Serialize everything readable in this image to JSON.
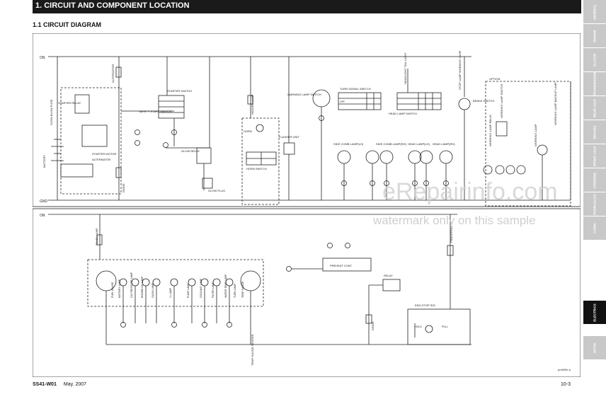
{
  "header": {
    "title": "1. CIRCUIT AND COMPONENT LOCATION"
  },
  "section": {
    "title": "1.1  CIRCUIT DIAGRAM"
  },
  "diagram": {
    "rails": {
      "on_top": "ON",
      "gnd": "GND",
      "on_bottom": "ON"
    },
    "labels": {
      "starter_relay": "STARTER RELAY",
      "slow_blow_fuse": "SLOW BLOW FUSE",
      "battery": "BATTERY",
      "starter_motor": "STARTER MOTOR",
      "alternator": "ALTERNATOR",
      "alternator_top": "ALTERNATOR",
      "diode": "DIODE",
      "starter_switch": "STARTER SWITCH",
      "safety_start_switch": "SAFETY START SWITCH",
      "glow_relay": "GLOW RELAY",
      "glow_plug": "GLOW PLUG",
      "hazard_lamp": "HAZARD LAMP",
      "horn": "HORN",
      "horn_switch": "HORN SWITCH",
      "flasher_unit": "FLASHER UNIT",
      "warning_lamp_switch": "WARNING LAMP SWITCH",
      "turn_signal_switch": "TURN SIGNAL SWITCH",
      "head_lamp_switch": "HEAD LAMP SWITCH",
      "headlight_tail_light": "HEADLIGHT TAIL LIGHT",
      "stop_lamp_working_lamp": "STOP LAMP WORKING LAMP",
      "option": "OPTION",
      "brake_switch": "BRAKE SWITCH",
      "working_lamp_switch": "WORKING LAMP SWITCH",
      "working_lamp_relay": "WORKING LAMP RELAY",
      "working_lamp": "WORKING LAMP",
      "working_lamp_backup": "WORKING LAMP BACKUP LAMP",
      "side_comb_lamp_lh": "SIDE COMB LAMP(LH)",
      "side_comb_lamp_rh": "SIDE COMB LAMP(RH)",
      "head_lamp_lh": "HEAD LAMP(LH)",
      "head_lamp_rh": "HEAD LAMP(RH)",
      "panel_lamp": "PANEL LAMP",
      "preheat_cont": "PREHEAT CONT.",
      "relay": "RELAY",
      "eng_stop_sol": "ENG.STOP SOL",
      "predefeat": "PREDEFEAT",
      "temp_gauge_sender": "TEMP GAUGE SENDER",
      "diode_bottom": "DIODE",
      "fuel_gauge": "FUEL GAUGE",
      "battery_lamp": "BATTERY LAMP",
      "oil_pressure_lamp": "OIL PRESSURE LAMP",
      "engine_oil_lamp": "ENGINE OIL LAMP",
      "glow_lamp": "GLOW LAMP",
      "il_lamp": "I.L LAMP",
      "pump_lamp": "PUMP LAMP",
      "coolant_lamp": "COOLANT LAMP",
      "filter_lamp": "FILTER LAMP",
      "water_temp_lamp": "WATER TEMP LAMP",
      "turn_lamp": "TURN LAMP",
      "temp_gauge": "TEMP GAUGE",
      "switch_off": "OFF",
      "hold": "HOLD",
      "pull": "PULL"
    }
  },
  "tabs": [
    {
      "label": "GENERAL",
      "active": false
    },
    {
      "label": "ENGINE",
      "active": false
    },
    {
      "label": "CLUTCH",
      "active": false
    },
    {
      "label": "TRANSMISSION",
      "active": false
    },
    {
      "label": "REAR AXLE",
      "active": false
    },
    {
      "label": "BRAKES",
      "active": false
    },
    {
      "label": "FRONT AXLE",
      "active": false
    },
    {
      "label": "STEERING",
      "active": false
    },
    {
      "label": "HYDRAULICS",
      "active": false
    },
    {
      "label": "CABIN",
      "active": false
    },
    {
      "label": "ELECTRICS",
      "active": true
    },
    {
      "label": "HITCH",
      "active": false
    }
  ],
  "footer": {
    "doc_code": "SS41-W01",
    "date": "May. 2007",
    "page": "10-3"
  },
  "drawing_ref": "pmWBe-A",
  "watermark": {
    "url": "eRepairinfo.com",
    "note": "watermark only on this sample"
  },
  "colors": {
    "header_bg": "#1a1a1a",
    "tab_bg": "#c8c8c8",
    "tab_active": "#111111",
    "line": "#222222"
  }
}
